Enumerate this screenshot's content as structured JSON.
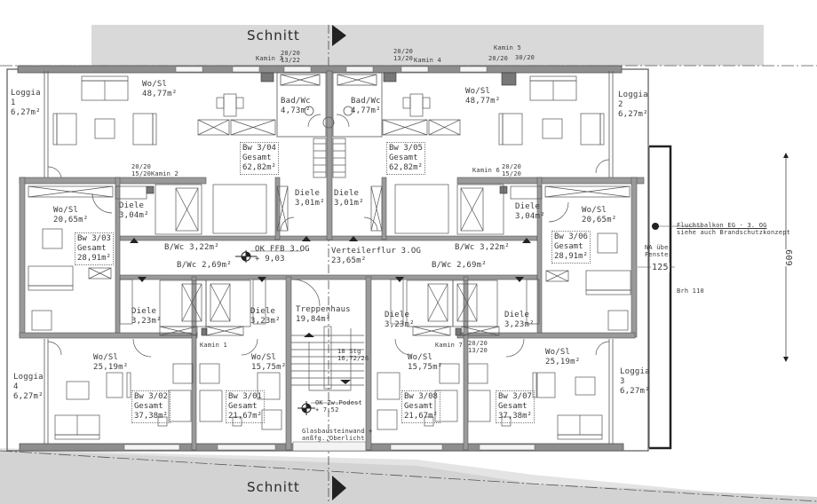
{
  "plan": {
    "floor": "3.OG",
    "section_marker_label": "Schnitt",
    "section_markers": [
      {
        "id": "top",
        "label": "Schnitt"
      },
      {
        "id": "bottom",
        "label": "Schnitt"
      }
    ],
    "level_markers": [
      {
        "id": "ok-ffb",
        "label": "OK FFB 3.OG",
        "value": "+ 9,03"
      },
      {
        "id": "ok-zw-podest",
        "label": "OK Zw.Podest",
        "value": "+ 7,52"
      }
    ],
    "units": [
      {
        "id": "3/04",
        "code": "Bw 3/04",
        "total_label": "Gesamt",
        "total": "62,82m²",
        "rooms": [
          {
            "name": "Wo/Sl",
            "area": "48,77m²"
          },
          {
            "name": "Bad/Wc",
            "area": "4,73m²"
          },
          {
            "name": "Diele",
            "area": "3,01m²"
          }
        ]
      },
      {
        "id": "3/05",
        "code": "Bw 3/05",
        "total_label": "Gesamt",
        "total": "62,82m²",
        "rooms": [
          {
            "name": "Wo/Sl",
            "area": "48,77m²"
          },
          {
            "name": "Bad/Wc",
            "area": "4,77m²"
          },
          {
            "name": "Diele",
            "area": "3,01m²"
          }
        ]
      },
      {
        "id": "3/03",
        "code": "Bw 3/03",
        "total_label": "Gesamt",
        "total": "28,91m²",
        "rooms": [
          {
            "name": "Wo/Sl",
            "area": "20,65m²"
          },
          {
            "name": "Diele",
            "area": "3,04m²"
          },
          {
            "name": "B/Wc",
            "area": "3,22m²"
          }
        ]
      },
      {
        "id": "3/06",
        "code": "Bw 3/06",
        "total_label": "Gesamt",
        "total": "28,91m²",
        "rooms": [
          {
            "name": "Wo/Sl",
            "area": "20,65m²"
          },
          {
            "name": "Diele",
            "area": "3,04m²"
          },
          {
            "name": "B/Wc",
            "area": "3,22m²"
          }
        ]
      },
      {
        "id": "3/02",
        "code": "Bw 3/02",
        "total_label": "Gesamt",
        "total": "37,38m²",
        "rooms": [
          {
            "name": "Wo/Sl",
            "area": "25,19m²"
          },
          {
            "name": "Diele",
            "area": "3,23m²"
          }
        ]
      },
      {
        "id": "3/01",
        "code": "Bw 3/01",
        "total_label": "Gesamt",
        "total": "21,67m²",
        "rooms": [
          {
            "name": "Wo/Sl",
            "area": "15,75m²"
          },
          {
            "name": "Diele",
            "area": "3,23m²"
          },
          {
            "name": "B/Wc",
            "area": "2,69m²"
          }
        ]
      },
      {
        "id": "3/08",
        "code": "Bw 3/08",
        "total_label": "Gesamt",
        "total": "21,67m²",
        "rooms": [
          {
            "name": "Wo/Sl",
            "area": "15,75m²"
          },
          {
            "name": "Diele",
            "area": "3,23m²"
          },
          {
            "name": "B/Wc",
            "area": "2,69m²"
          }
        ]
      },
      {
        "id": "3/07",
        "code": "Bw 3/07",
        "total_label": "Gesamt",
        "total": "37,38m²",
        "rooms": [
          {
            "name": "Wo/Sl",
            "area": "25,19m²"
          },
          {
            "name": "Diele",
            "area": "3,23m²"
          }
        ]
      }
    ],
    "loggias": [
      {
        "name": "Loggia",
        "number": "1",
        "area": "6,27m²"
      },
      {
        "name": "Loggia",
        "number": "2",
        "area": "6,27m²"
      },
      {
        "name": "Loggia",
        "number": "3",
        "area": "6,27m²"
      },
      {
        "name": "Loggia",
        "number": "4",
        "area": "6,27m²"
      }
    ],
    "common": {
      "corridor": {
        "name": "Verteilerflur 3.OG",
        "area": "23,65m²"
      },
      "stairwell": {
        "name": "Treppenhaus",
        "area": "19,84m²",
        "steps": "18 Stg",
        "step_size": "16,72/26",
        "note_line1": "Glasbausteinwand +",
        "note_line2": "anßfg.,Oberlicht"
      }
    },
    "chimneys": [
      {
        "name": "Kamin 1"
      },
      {
        "name": "Kamin 2",
        "dims": [
          "20/20",
          "15/20"
        ]
      },
      {
        "name": "Kamin 3",
        "dims": [
          "20/20",
          "13/22"
        ]
      },
      {
        "name": "Kamin 4",
        "dims": [
          "20/20",
          "13/20"
        ]
      },
      {
        "name": "Kamin 5",
        "dims": [
          "20/20",
          "30/20"
        ]
      },
      {
        "name": "Kamin 6",
        "dims": [
          "20/20",
          "15/20"
        ]
      },
      {
        "name": "Kamin 7",
        "dims": [
          "20/20",
          "13/20"
        ]
      }
    ],
    "annotations": {
      "escape_balcony_line1": "Fluchtbalkon EG - 3. OG",
      "escape_balcony_line2": "siehe auch Brandschutzkonzept",
      "window_note_line1": "NA über",
      "window_note_line2": "Fenster",
      "dimension_125": "125",
      "brh": "Brh 110",
      "dimension_609": "609"
    }
  }
}
